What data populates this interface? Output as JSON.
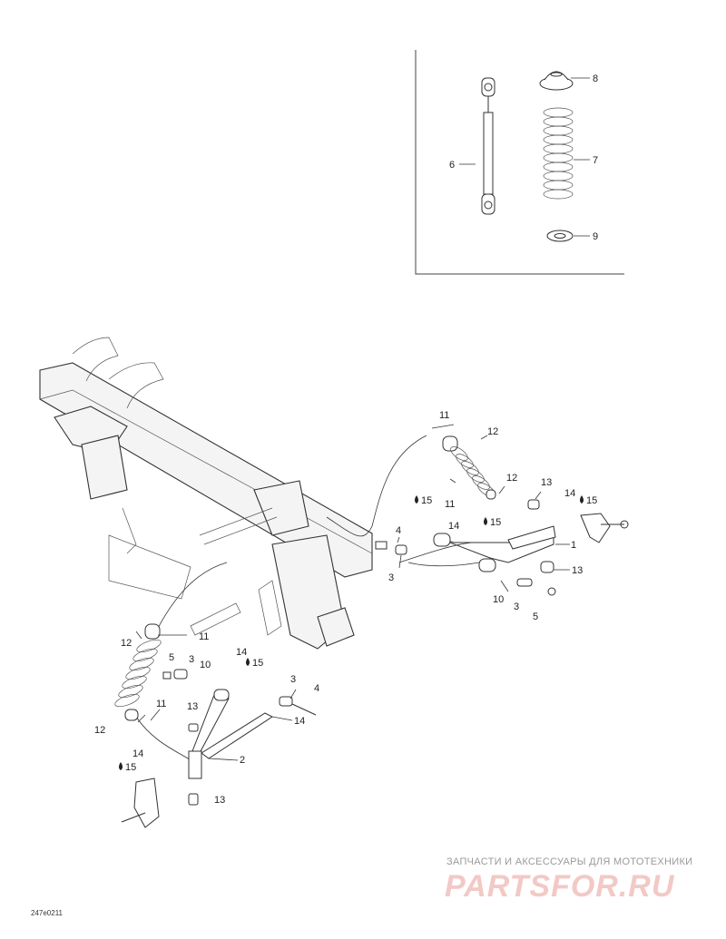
{
  "callouts": {
    "c1": "1",
    "c2": "2",
    "c3a": "3",
    "c3b": "3",
    "c3c": "3",
    "c3d": "3",
    "c4a": "4",
    "c4b": "4",
    "c5a": "5",
    "c5b": "5",
    "c6": "6",
    "c7": "7",
    "c8": "8",
    "c9": "9",
    "c10a": "10",
    "c10b": "10",
    "c11a": "11",
    "c11b": "11",
    "c11c": "11",
    "c11d": "11",
    "c12a": "12",
    "c12b": "12",
    "c12c": "12",
    "c12d": "12",
    "c13a": "13",
    "c13b": "13",
    "c13c": "13",
    "c13d": "13",
    "c14a": "14",
    "c14b": "14",
    "c14c": "14",
    "c14d": "14",
    "c14e": "14",
    "c15a": "15",
    "c15b": "15",
    "c15c": "15",
    "c15d": "15",
    "c15e": "15"
  },
  "watermark": {
    "tagline": "ЗАПЧАСТИ И АКСЕССУАРЫ ДЛЯ МОТОТЕХНИКИ",
    "logo": "PARTSFOR.RU"
  },
  "drawing_code": "247e0211",
  "icons": {
    "drop": "drop-icon"
  }
}
